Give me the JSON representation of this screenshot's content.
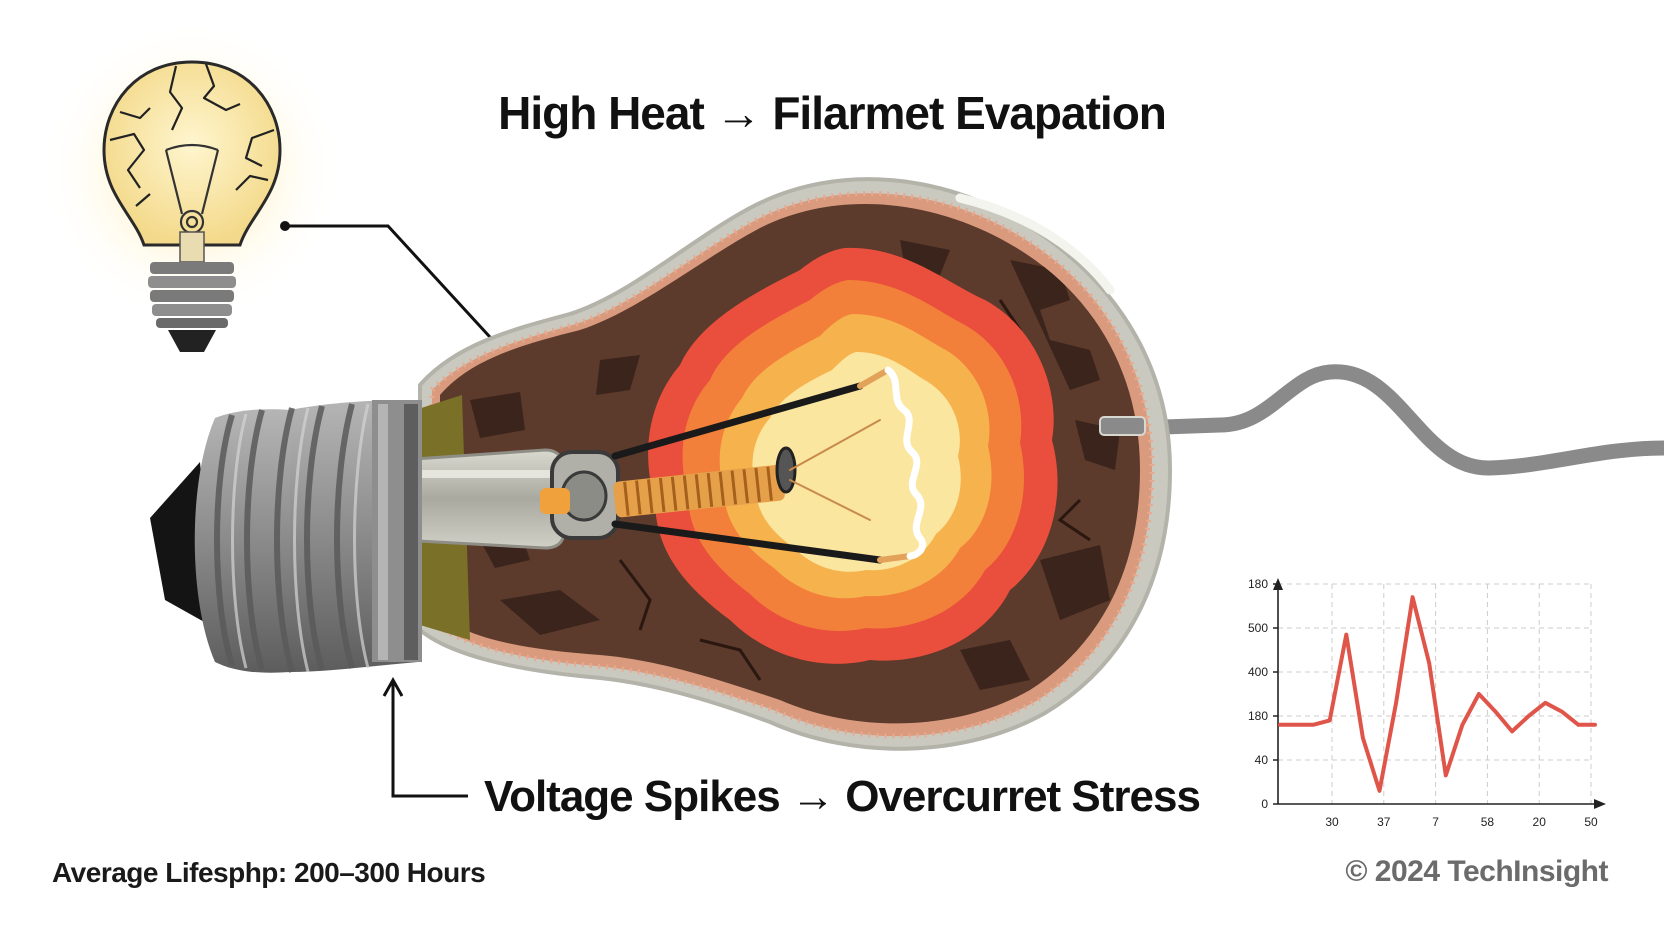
{
  "diagram": {
    "title_top": "High Heat → Filarmet Evapation",
    "title_bottom": "Voltage Spikes → Overcurret Stress",
    "lifespan": "Average Lifesphp: 200–300 Hours",
    "copyright": "© 2024 TechInsight"
  },
  "colors": {
    "glass": "#c9c9c0",
    "bulb_interior": "#5c3a2c",
    "heat_outer": "#ea4e3c",
    "heat_mid": "#f3803a",
    "heat_inner": "#f6b24c",
    "heat_core": "#fbe6a0",
    "metal_base": "#8c8c8c",
    "signal_line": "#e0554a",
    "cord": "#8a8a8a"
  },
  "chart_data": {
    "type": "line",
    "y_tick_labels": [
      "0",
      "40",
      "180",
      "400",
      "500",
      "180"
    ],
    "x_tick_labels": [
      "30",
      "37",
      "7",
      "58",
      "20",
      "50"
    ],
    "series": [
      {
        "values": [
          180,
          180,
          180,
          190,
          385,
          150,
          30,
          230,
          470,
          320,
          65,
          180,
          250,
          210,
          165,
          200,
          230,
          210,
          180,
          180
        ]
      }
    ]
  }
}
